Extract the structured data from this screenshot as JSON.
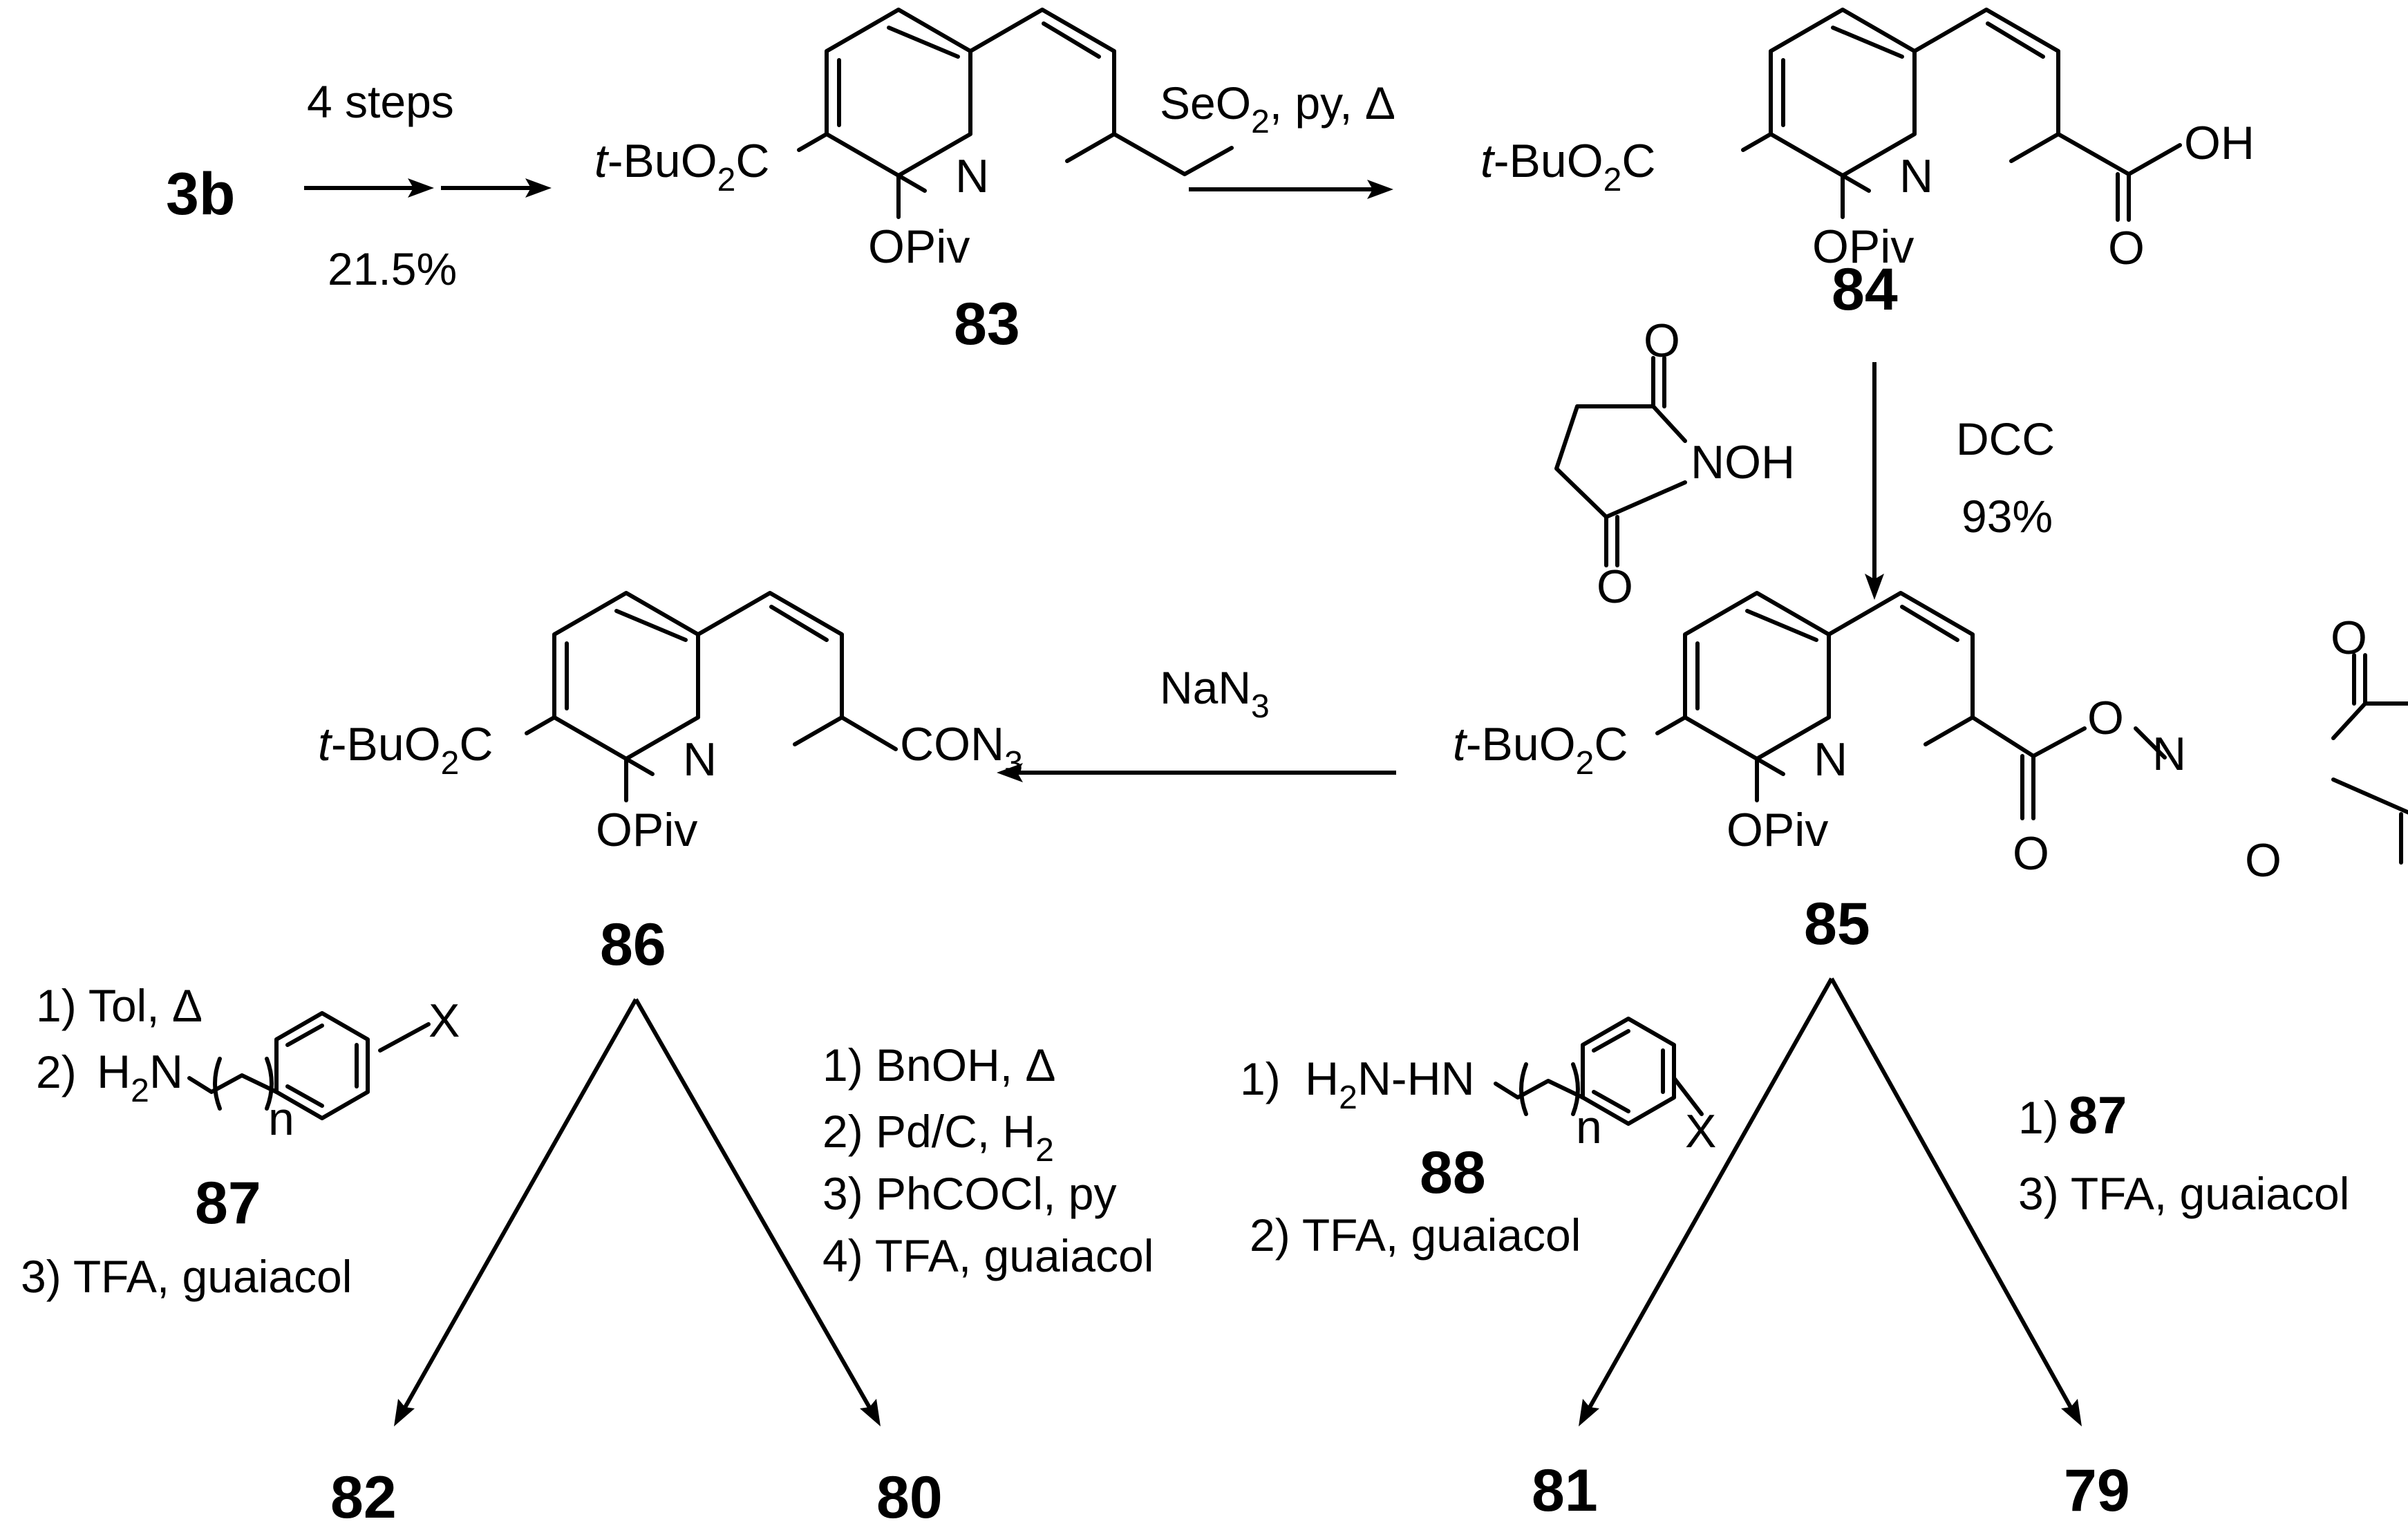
{
  "compounds": {
    "c3b": "3b",
    "c83": "83",
    "c84": "84",
    "c85": "85",
    "c86": "86",
    "c87": "87",
    "c88": "88",
    "c82": "82",
    "c80": "80",
    "c81": "81",
    "c79": "79"
  },
  "atoms": {
    "tbu_prefix": "t",
    "tbu_rest": "-BuO",
    "two": "2",
    "three": "3",
    "c": "C",
    "n": "N",
    "o": "O",
    "oh": "OH",
    "noh": "NOH",
    "opiv": "OPiv",
    "h2n": "H",
    "h2n_rest": "N",
    "hydrazine": "H",
    "hydrazine_rest": "N-HN",
    "n_sub": "n",
    "x": "X",
    "con": "CON"
  },
  "conditions": {
    "step1_top": "4 steps",
    "step1_bottom": "21.5%",
    "step2_a": "SeO",
    "step2_b": ", py, Δ",
    "step3_reagent": "DCC",
    "step3_yield": "93%",
    "step4_a": "NaN",
    "left_1": "1) Tol,  Δ",
    "left_2": "2)",
    "left_3": "3) TFA, guaiacol",
    "mid_1": "1) BnOH, Δ",
    "mid_2a": "2) Pd/C, H",
    "mid_3": "3) PhCOCl, py",
    "mid_4": "4) TFA, guaiacol",
    "right88_1": "1)",
    "right88_2": "2) TFA, guaiacol",
    "far_1": "1)",
    "far_3": "3) TFA, guaiacol"
  }
}
